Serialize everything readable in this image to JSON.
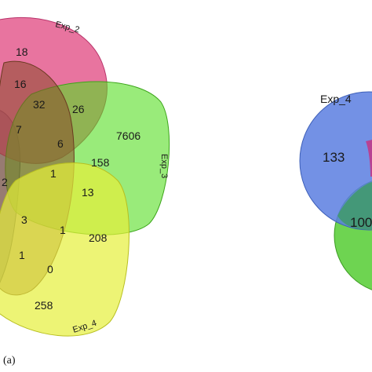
{
  "panel_label": "(a)",
  "venn_left": {
    "sets": [
      {
        "label": "Exp_2",
        "color": "#e0457f"
      },
      {
        "label": "Exp_3",
        "color": "#66dd33"
      },
      {
        "label": "Exp_4",
        "color": "#e6ef3a"
      },
      {
        "label": "",
        "color": "#8a4a2a"
      },
      {
        "label": "",
        "color": "#3c5a8c"
      }
    ],
    "counts": [
      "18",
      "16",
      "32",
      "26",
      "7606",
      "7",
      "6",
      "158",
      "2",
      "1",
      "13",
      "3",
      "1",
      "208",
      "1",
      "0",
      "258"
    ]
  },
  "venn_right": {
    "sets": [
      {
        "label": "Exp_4",
        "color": "#5b7ee0"
      },
      {
        "label": "",
        "color": "#55cc33"
      },
      {
        "label": "",
        "color": "#c03a8a"
      }
    ],
    "counts": [
      "133",
      "100"
    ]
  }
}
